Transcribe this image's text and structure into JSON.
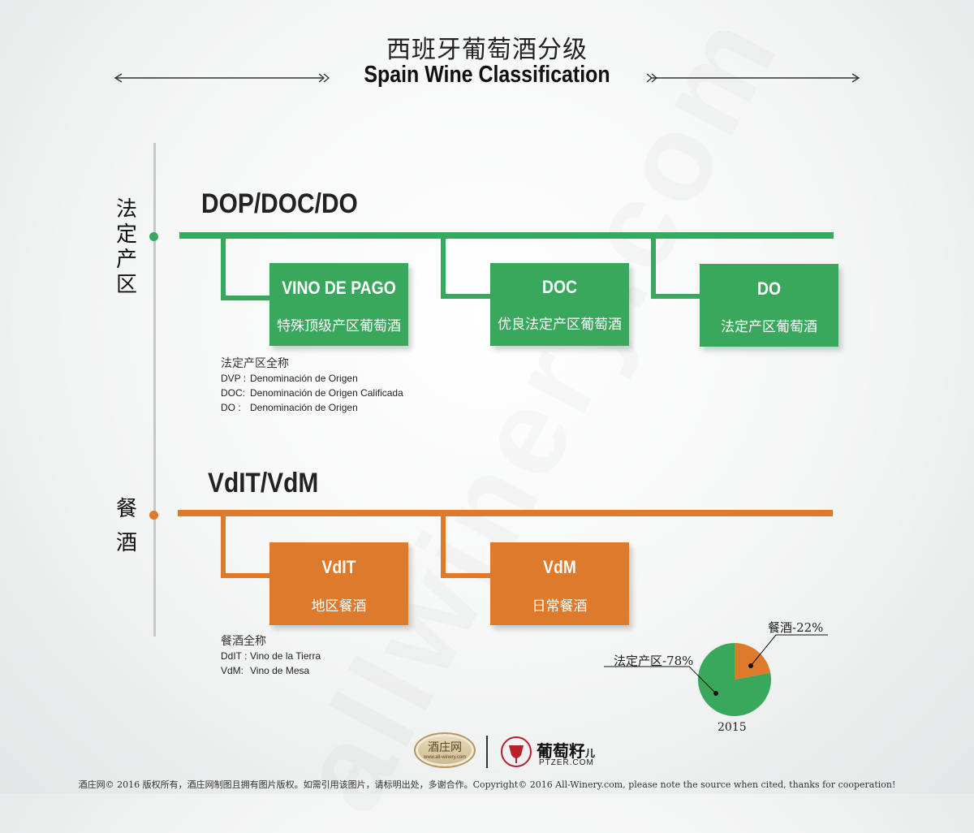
{
  "header": {
    "title_cn": "西班牙葡萄酒分级",
    "title_en": "Spain Wine Classification"
  },
  "sections": {
    "dop": {
      "side_label": [
        "法",
        "定",
        "产",
        "区"
      ],
      "heading": "DOP/DOC/DO",
      "color": "#3aa85c",
      "boxes": [
        {
          "code": "VINO DE PAGO",
          "cn": "特殊顶级产区葡萄酒"
        },
        {
          "code": "DOC",
          "cn": "优良法定产区葡萄酒"
        },
        {
          "code": "DO",
          "cn": "法定产区葡萄酒"
        }
      ],
      "notes": {
        "title": "法定产区全称",
        "rows": [
          {
            "abbr": "DVP :",
            "full": "Denominación de Origen"
          },
          {
            "abbr": "DOC:",
            "full": "Denominación de Origen Calificada"
          },
          {
            "abbr": "DO :",
            "full": "Denominación de Origen"
          }
        ]
      }
    },
    "vdm": {
      "side_label": [
        "餐",
        "酒"
      ],
      "heading": "VdIT/VdM",
      "color": "#de7a2c",
      "boxes": [
        {
          "code": "VdIT",
          "cn": "地区餐酒"
        },
        {
          "code": "VdM",
          "cn": "日常餐酒"
        }
      ],
      "notes": {
        "title": "餐酒全称",
        "rows": [
          {
            "abbr": "DdIT :",
            "full": "Vino de la Tierra"
          },
          {
            "abbr": "VdM:",
            "full": "Vino de Mesa"
          }
        ]
      }
    }
  },
  "chart_data": {
    "type": "pie",
    "title": "2015",
    "slices": [
      {
        "label": "法定产区-78%",
        "value": 78,
        "color": "#3aa85c"
      },
      {
        "label": "餐酒-22%",
        "value": 22,
        "color": "#de7a2c"
      }
    ]
  },
  "logos": {
    "left_text": "酒庄网",
    "left_sub": "www.all-winery.com",
    "right_text": "葡萄籽",
    "right_suffix": "儿",
    "right_sub": "PTZER.COM"
  },
  "watermark": "allwinery.com",
  "footer": "酒庄网© 2016 版权所有，酒庄网制图且拥有图片版权。如需引用该图片，请标明出处，多谢合作。Copyright© 2016 All-Winery.com, please note  the source when cited, thanks for cooperation!"
}
